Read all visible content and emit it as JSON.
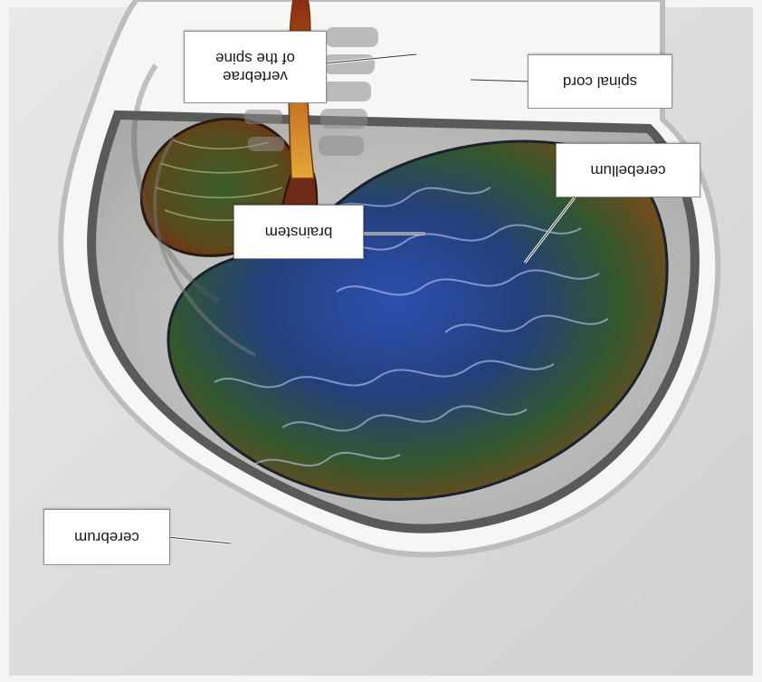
{
  "figure": {
    "orientation": "upside-down",
    "labels": {
      "spinal_cord": "spinal cord",
      "vertebrae": "vertebrae\nof the spine",
      "cerebellum": "cerebellum",
      "brainstem": "brainstem",
      "cerebrum": "cerebrum"
    }
  }
}
